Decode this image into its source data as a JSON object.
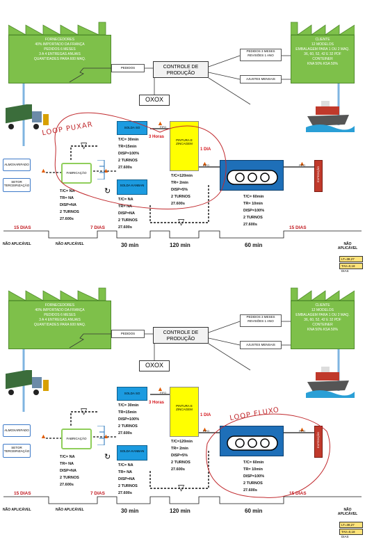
{
  "colors": {
    "green_box": "#7ec04a",
    "blue_process": "#1c9be0",
    "yellow_process": "#ffff00",
    "red_text": "#c0141b",
    "loop": "#c0282c",
    "dark_blue": "#1e6fb8"
  },
  "panels": [
    {
      "fornecedores": {
        "line1": "FORNECEDORES",
        "line2": "40% IMPORTADO DA FRANÇA",
        "line3": "PEDIDOS 6 MESES",
        "line4": "3 A 4 ENTREGAS ANUAIS",
        "line5": "QUANTIDADES PARA 600 MAQ."
      },
      "cliente": {
        "line1": "CLIENTE",
        "line2": "12 MODELOS",
        "line3": "EMBALAGEM PARA 1 OU 2 MAQ.",
        "line4": "36, 60, 52, 42 E 32 PDF",
        "line5": "CONTEINER",
        "line6": "KNA 50% KSA 50%"
      },
      "pedidos_left": "PEDIDOS",
      "pedidos_right": "PEDIDOS 3 MESES REVISÕES 1 ANO",
      "ajustes": "AJUSTES MENSAIS",
      "controle": "CONTROLE DE PRODUÇÃO",
      "oxox": "OXOX",
      "loop_label": "LOOP PUXAR",
      "almoxarifado": "ALMOXARIFADO",
      "setor": "SETOR TERCEIRIZAÇÃO",
      "fabricacao": "FABRICAÇÃO",
      "solda_so": "SOLDA SO",
      "solda_kanban": "SOLDA KANBAN",
      "pintura": "PINTURA E ZINCAGEM",
      "expedicao": "EXPEDIÇÃO",
      "tres_horas": "3 Horas",
      "um_dia": "1 DIA",
      "fifo": "FIFO",
      "fab_data": [
        "T/C= NA",
        "TR= NA",
        "DISP=NA",
        "2 TURNOS",
        "27.600s"
      ],
      "solda_so_data": [
        "T/C= 30min",
        "TR=15min",
        "DISP=100%",
        "2 TURNOS",
        "27.600s"
      ],
      "solda_kanban_data": [
        "T/C= NA",
        "TR= NA",
        "DISP=NA",
        "2 TURNOS",
        "27.600s"
      ],
      "pintura_data": [
        "T/C=120min",
        "TR= 2min",
        "DISP=5%",
        "2 TURNOS",
        "27.600s"
      ],
      "big_data": [
        "T/C= 60min",
        "TR= 10min",
        "DISP=100%",
        "2 TURNOS",
        "27.600s"
      ],
      "days": [
        "15 DIAS",
        "7 DIAS",
        "15 DIAS"
      ],
      "nao_aplicavel": "NÃO APLICÁVEL",
      "times": [
        "30 min",
        "120 min",
        "60 min"
      ],
      "lt": "LT=38,27 DIAS",
      "tav": "TAV=0,18 DIAS"
    },
    {
      "fornecedores": {
        "line1": "FORNECEDORES",
        "line2": "40% IMPORTADO DA FRANÇA",
        "line3": "PEDIDOS 6 MESES",
        "line4": "3 A 4 ENTREGAS ANUAIS",
        "line5": "QUANTIDADES PARA 600 MAQ."
      },
      "cliente": {
        "line1": "CLIENTE",
        "line2": "12 MODELOS",
        "line3": "EMBALAGEM PARA 1 OU 2 MAQ.",
        "line4": "36, 60, 52, 42 E 32 PDF",
        "line5": "CONTEINER",
        "line6": "KNA 50% KSA 50%"
      },
      "pedidos_left": "PEDIDOS",
      "pedidos_right": "PEDIDOS 3 MESES REVISÕES 1 ANO",
      "ajustes": "AJUSTES MENSAIS",
      "controle": "CONTROLE DE PRODUÇÃO",
      "oxox": "OXOX",
      "loop_label": "LOOP FLUXO",
      "almoxarifado": "ALMOXARIFADO",
      "setor": "SETOR TERCEIRIZAÇÃO",
      "fabricacao": "FABRICAÇÃO",
      "solda_so": "SOLDA SO",
      "solda_kanban": "SOLDA KANBAN",
      "pintura": "PINTURA E ZINCAGEM",
      "expedicao": "EXPEDIÇÃO",
      "tres_horas": "3 Horas",
      "um_dia": "1 DIA",
      "fifo": "FIFO",
      "fab_data": [
        "T/C= NA",
        "TR= NA",
        "DISP=NA",
        "2 TURNOS",
        "27.600s"
      ],
      "solda_so_data": [
        "T/C= 30min",
        "TR=15min",
        "DISP=100%",
        "2 TURNOS",
        "27.600s"
      ],
      "solda_kanban_data": [
        "T/C= NA",
        "TR= NA",
        "DISP=NA",
        "2 TURNOS",
        "27.600s"
      ],
      "pintura_data": [
        "T/C=120min",
        "TR= 2min",
        "DISP=5%",
        "2 TURNOS",
        "27.600s"
      ],
      "big_data": [
        "T/C= 60min",
        "TR= 10min",
        "DISP=100%",
        "2 TURNOS",
        "27.600s"
      ],
      "days": [
        "15 DIAS",
        "7 DIAS",
        "15 DIAS"
      ],
      "nao_aplicavel": "NÃO APLICÁVEL",
      "times": [
        "30 min",
        "120 min",
        "60 min"
      ],
      "lt": "LT=38,27 DIAS",
      "tav": "TAV=0,18 DIAS"
    }
  ]
}
